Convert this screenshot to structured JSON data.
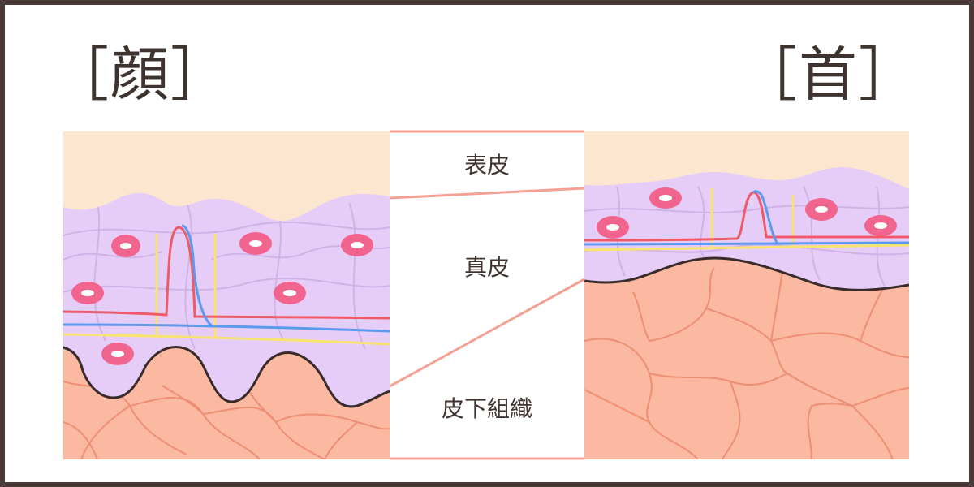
{
  "titles": {
    "left": "［顔］",
    "right": "［首］"
  },
  "layers": {
    "epidermis": "表皮",
    "dermis": "真皮",
    "subcutaneous": "皮下組織"
  },
  "colors": {
    "epidermis": "#fde6d0",
    "dermis": "#e6cdf7",
    "subcutaneous": "#fbb9a1",
    "cell_lines": "#ee8e74",
    "dermis_lines": "#d1b2e6",
    "pore": "#f0648e",
    "artery": "#ee5a68",
    "vein": "#5b9aee",
    "nerve": "#f7e470",
    "boundary": "#3a2b2b",
    "connector": "#f4a093",
    "frame": "#4a3b38"
  }
}
